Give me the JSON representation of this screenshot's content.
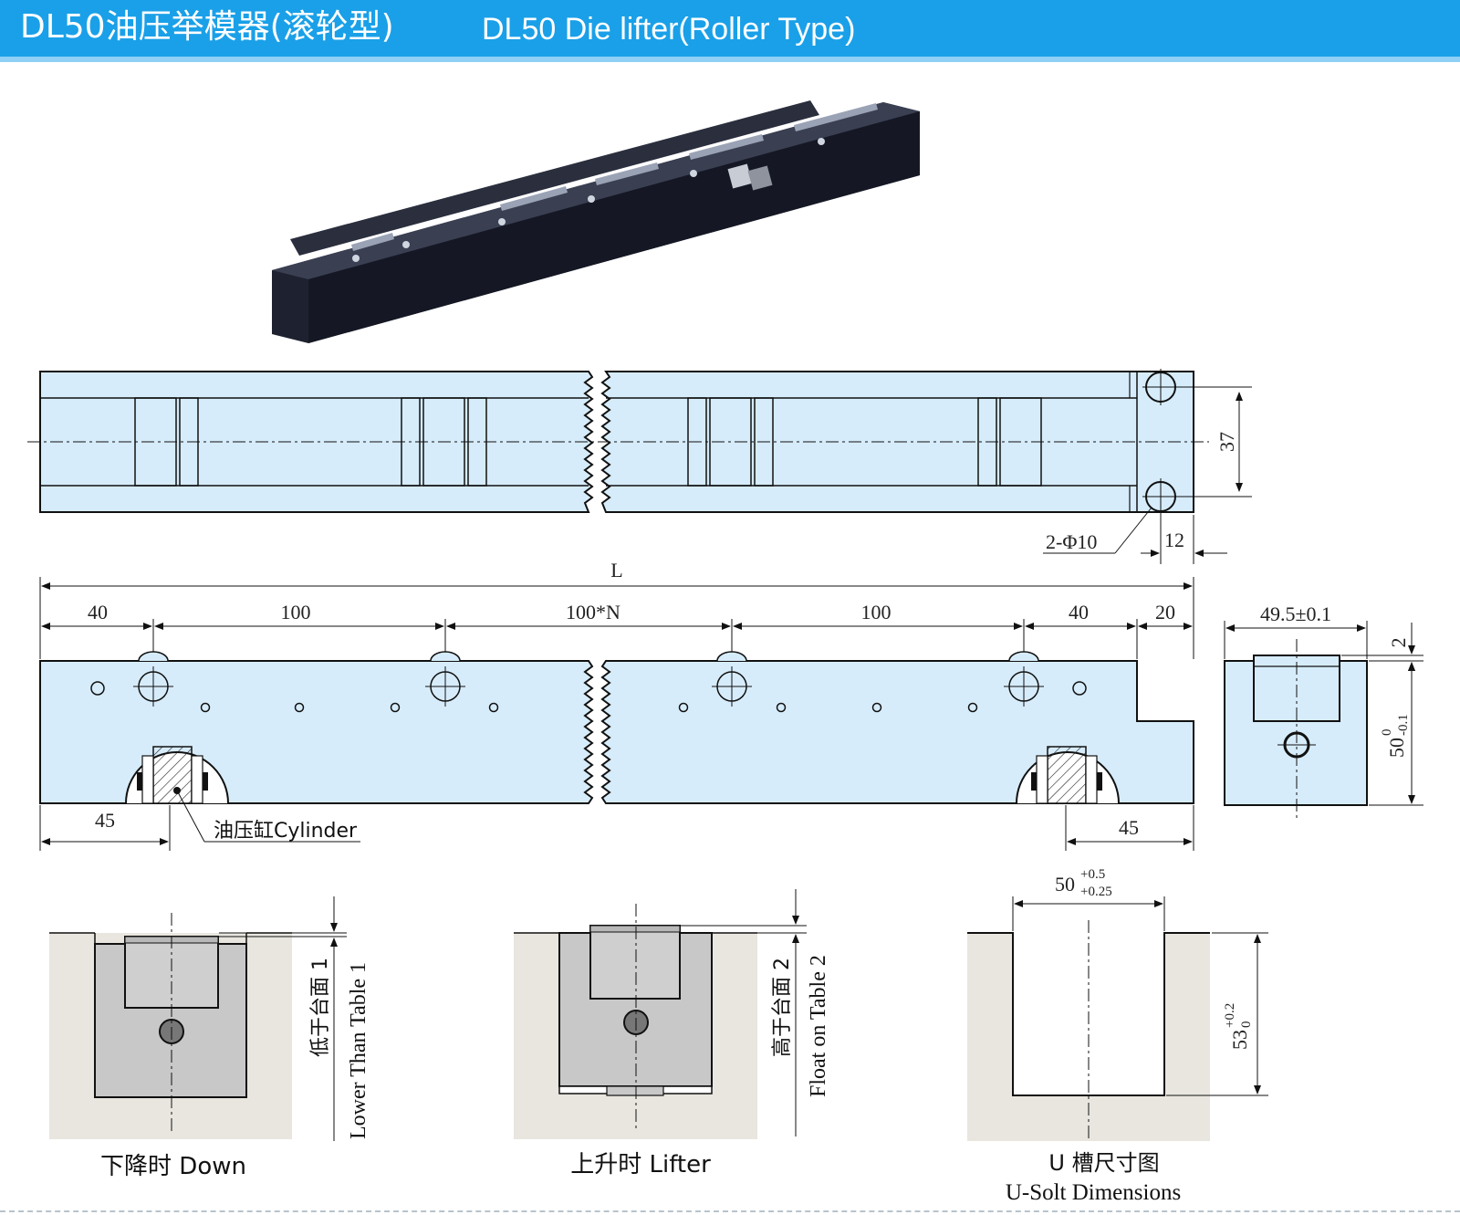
{
  "header": {
    "title_cn": "DL50油压举模器(滚轮型)",
    "title_en": "DL50 Die lifter(Roller Type)"
  },
  "colors": {
    "header": "#1aa0e8",
    "part_fill": "#d6ecfa",
    "slot_fill": "#e8e6df",
    "block_fill": "#c8c8c8"
  },
  "top_view": {
    "dim_height": "37",
    "dim_hole": "2-Φ10",
    "dim_edge": "12"
  },
  "side_view": {
    "dim_total": "L",
    "dim_pitch": [
      "40",
      "100",
      "100*N",
      "100",
      "40",
      "20"
    ],
    "dim_cyl_left": "45",
    "dim_cyl_right": "45",
    "cylinder_label": "油压缸Cylinder"
  },
  "end_view": {
    "dim_width": "49.5±0.1",
    "dim_top": "2",
    "dim_height_main": "50",
    "dim_height_tol_upper": "0",
    "dim_height_tol_lower": "-0.1"
  },
  "state_down": {
    "dim_vertical_cn": "低于台面 1",
    "dim_vertical_en": "Lower Than Table 1",
    "caption": "下降时 Down"
  },
  "state_lift": {
    "dim_vertical_cn": "高于台面 2",
    "dim_vertical_en": "Float on Table 2",
    "caption": "上升时 Lifter"
  },
  "u_slot": {
    "dim_width_main": "50",
    "dim_width_tol_upper": "+0.5",
    "dim_width_tol_lower": "+0.25",
    "dim_depth_main": "53",
    "dim_depth_tol_upper": "+0.2",
    "dim_depth_tol_lower": "0",
    "caption_cn": "U 槽尺寸图",
    "caption_en": "U-Solt Dimensions"
  }
}
